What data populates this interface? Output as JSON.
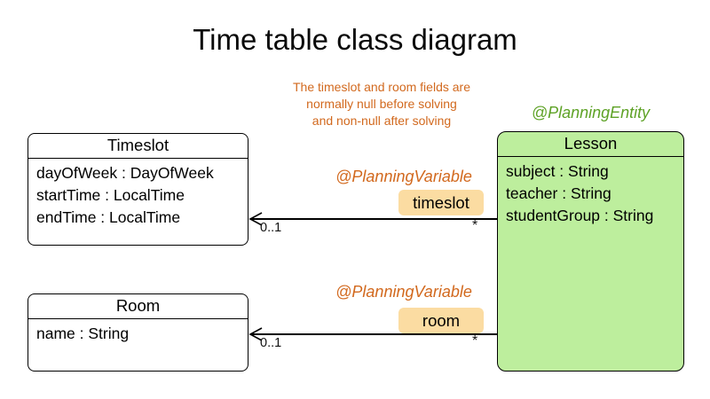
{
  "title": "Time table class diagram",
  "note": {
    "lines": [
      "The timeslot and room fields are",
      "normally null before solving",
      "and non-null after solving"
    ]
  },
  "annotations": {
    "planning_entity": "@PlanningEntity",
    "planning_variable_timeslot": "@PlanningVariable",
    "planning_variable_room": "@PlanningVariable"
  },
  "classes": {
    "timeslot": {
      "name": "Timeslot",
      "attributes": [
        "dayOfWeek : DayOfWeek",
        "startTime : LocalTime",
        "endTime : LocalTime"
      ]
    },
    "room": {
      "name": "Room",
      "attributes": [
        "name : String"
      ]
    },
    "lesson": {
      "name": "Lesson",
      "attributes": [
        "subject : String",
        "teacher : String",
        "studentGroup : String"
      ]
    }
  },
  "associations": {
    "timeslot": {
      "label": "timeslot",
      "multiplicity_lesson_end": "*",
      "multiplicity_target_end": "0..1"
    },
    "room": {
      "label": "room",
      "multiplicity_lesson_end": "*",
      "multiplicity_target_end": "0..1"
    }
  },
  "colors": {
    "note_orange": "#d2691e",
    "annotation_orange": "#d2691e",
    "annotation_green": "#5ea226",
    "lesson_fill": "#bdee9d",
    "variable_label_fill": "#fbdca2",
    "line_black": "#000000"
  }
}
